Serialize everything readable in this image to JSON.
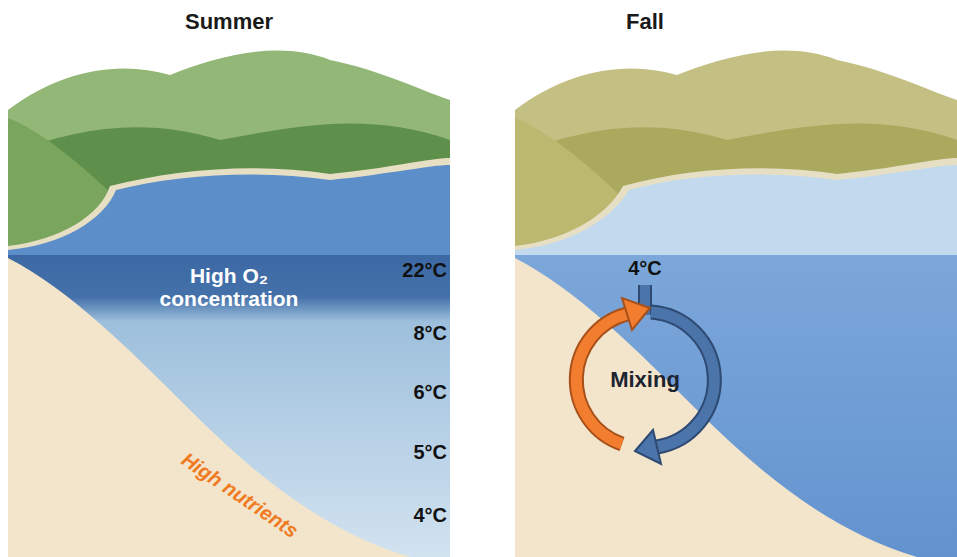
{
  "diagram": {
    "nodes": [
      {
        "text": [
          "Summer"
        ]
      },
      {
        "text": [
          "Fall"
        ]
      }
    ],
    "labels": [
      "High O₂ concentration",
      "22°C",
      "8°C",
      "6°C",
      "5°C",
      "High nutrients",
      "4°C",
      "4°C",
      "Mixing"
    ]
  }
}
